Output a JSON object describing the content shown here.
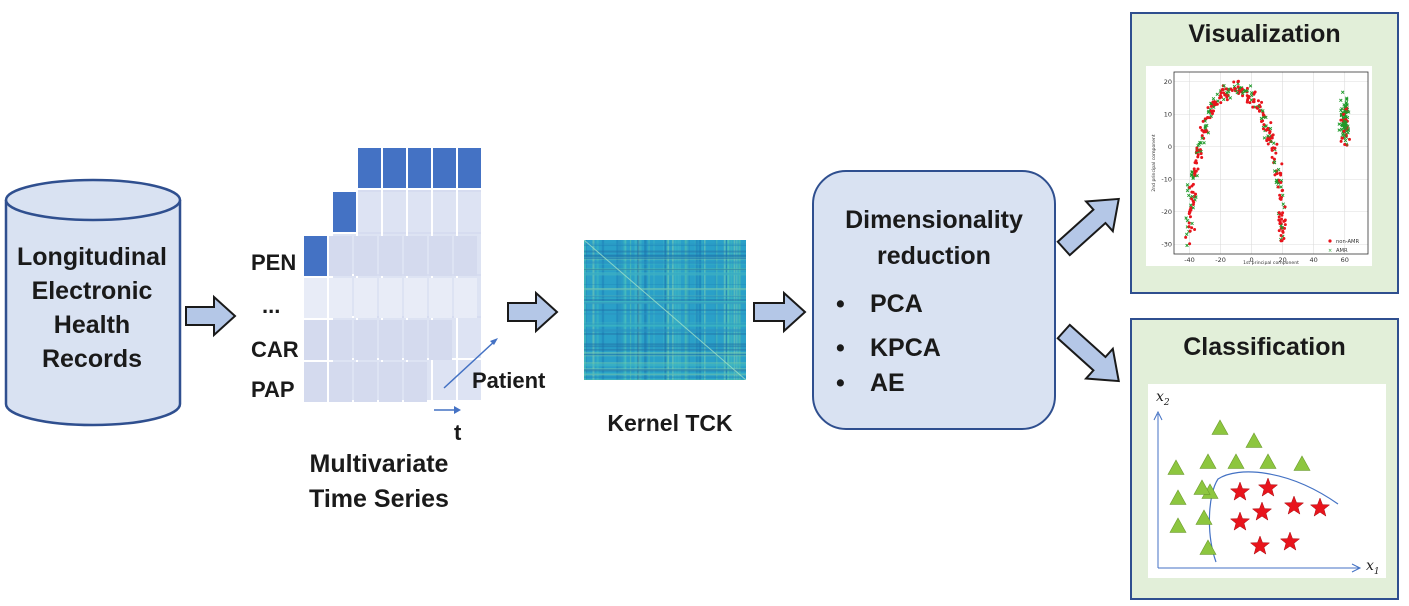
{
  "ehr": {
    "label": "Longitudinal\nElectronic\nHealth\nRecords"
  },
  "time_series": {
    "var_labels": [
      "PEN",
      "...",
      "CAR",
      "PAP"
    ],
    "axis_t": "t",
    "axis_patient": "Patient",
    "caption": "Multivariate\nTime Series"
  },
  "kernel": {
    "caption": "Kernel TCK"
  },
  "dim_reduction": {
    "title": "Dimensionality\nreduction",
    "bullet_char": "•",
    "methods": [
      "PCA",
      "KPCA",
      "AE"
    ]
  },
  "visualization": {
    "title": "Visualization",
    "xlabel": "1st principal component",
    "ylabel": "2nd principal component",
    "xticks": [
      "-40",
      "-20",
      "0",
      "20",
      "40",
      "60"
    ],
    "yticks": [
      "20",
      "10",
      "0",
      "-10",
      "-20",
      "-30"
    ],
    "legend": [
      {
        "name": "non-AMR",
        "color": "#e8141c"
      },
      {
        "name": "AMR",
        "color": "#1e9a2a"
      }
    ]
  },
  "classification": {
    "title": "Classification",
    "x_axis": "x",
    "x_sub": "1",
    "y_axis": "x",
    "y_sub": "2"
  },
  "colors": {
    "arrow_fill": "#b4c7e7",
    "arrow_stroke": "#1a1a1a",
    "cylinder_fill": "#d9e2f2",
    "border_blue": "#2f4f8f",
    "cell_dark": "#4472c4",
    "panel_green": "#e2efd9",
    "triangle": "#8dc63f",
    "star": "#e8141c"
  }
}
